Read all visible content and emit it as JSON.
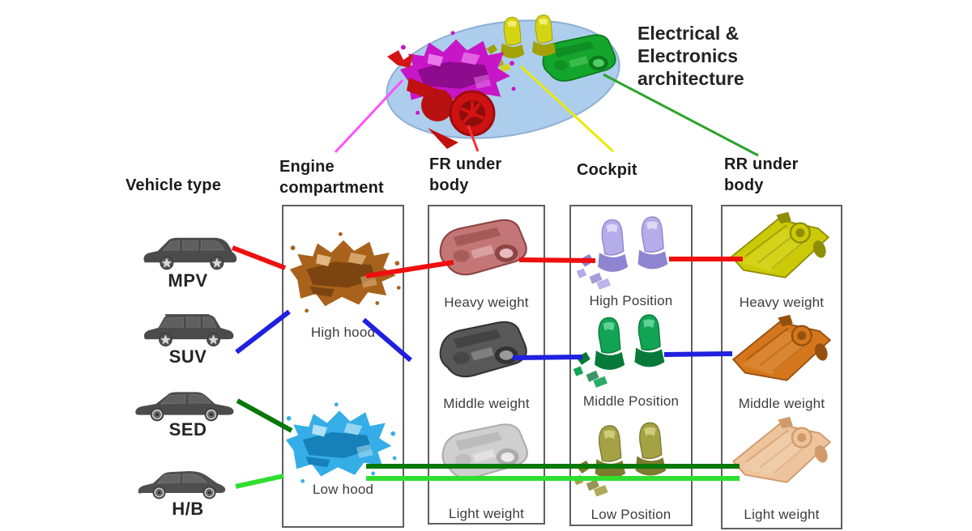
{
  "annotation": {
    "lines": [
      "Electrical &",
      "Electronics",
      "architecture"
    ]
  },
  "headers": {
    "vehicle_type": "Vehicle type",
    "engine_compartment": [
      "Engine",
      "compartment"
    ],
    "fr_under_body": [
      "FR under",
      "body"
    ],
    "cockpit": "Cockpit",
    "rr_under_body": [
      "RR under",
      "body"
    ]
  },
  "vehicles": [
    {
      "label": "MPV"
    },
    {
      "label": "SUV"
    },
    {
      "label": "SED"
    },
    {
      "label": "H/B"
    }
  ],
  "engine_modules": [
    {
      "label": "High hood",
      "color": "#a9621c"
    },
    {
      "label": "Low hood",
      "color": "#35aee8"
    }
  ],
  "fr_modules": [
    {
      "label": "Heavy weight",
      "color": "#c47676"
    },
    {
      "label": "Middle weight",
      "color": "#585858"
    },
    {
      "label": "Light weight",
      "color": "#cfcfcf"
    }
  ],
  "cockpit_modules": [
    {
      "label": "High Position",
      "color": "#b4ade9"
    },
    {
      "label": "Middle Position",
      "color": "#12a455"
    },
    {
      "label": "Low Position",
      "color": "#a5a246"
    }
  ],
  "rr_modules": [
    {
      "label": "Heavy weight",
      "color": "#ccca08"
    },
    {
      "label": "Middle weight",
      "color": "#d4761c"
    },
    {
      "label": "Light weight",
      "color": "#edc49c"
    }
  ],
  "connections": [
    {
      "vehicle": "MPV",
      "color": "#ee0f0f",
      "engine": "High hood",
      "fr": "Heavy weight",
      "cockpit": "High Position",
      "rr": "Heavy weight"
    },
    {
      "vehicle": "SUV",
      "color": "#2020e0",
      "engine": "High hood",
      "fr": "Middle weight",
      "cockpit": "Middle Position",
      "rr": "Middle weight"
    },
    {
      "vehicle": "SED",
      "color": "#087808",
      "engine": "Low hood",
      "fr": "Light weight",
      "cockpit": "Low Position",
      "rr": "Light weight"
    },
    {
      "vehicle": "H/B",
      "color": "#2fdf2f",
      "engine": "Low hood",
      "fr": "Light weight",
      "cockpit": "Low Position",
      "rr": "Light weight"
    }
  ],
  "leader_colors": {
    "engine_compartment": "#ff50ff",
    "fr_under_body": "#ff3030",
    "cockpit": "#e9e90a",
    "rr_under_body": "#2ba32b"
  },
  "illustration_colors": {
    "engine_block": "#c716c7",
    "front_wheels": "#d41414",
    "cockpit_seats": "#d6d312",
    "rear_module": "#14a62c",
    "platform_ellipse": "#adcdec"
  }
}
